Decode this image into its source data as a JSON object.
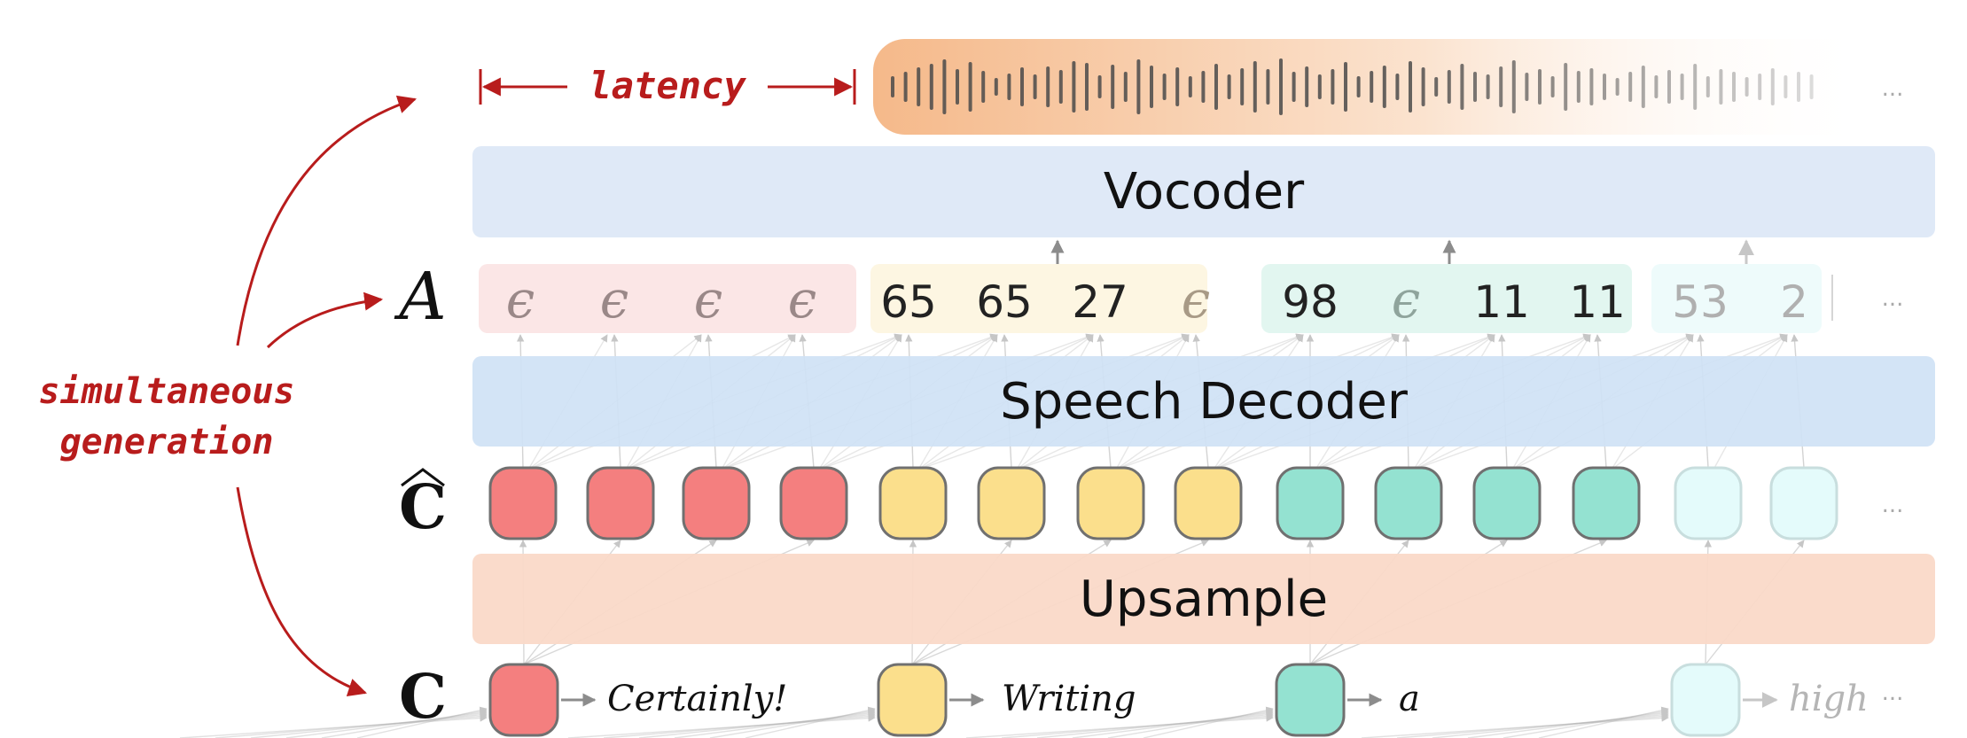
{
  "blocks": {
    "vocoder": "Vocoder",
    "speech_decoder": "Speech Decoder",
    "upsample": "Upsample"
  },
  "row_labels": {
    "a": "A",
    "c_hat": "C",
    "c": "C"
  },
  "annotations": {
    "latency": "latency",
    "simultaneous_line1": "simultaneous",
    "simultaneous_line2": "generation",
    "ellipsis": "..."
  },
  "words": [
    {
      "text": "Certainly!",
      "color": "#f47f7f"
    },
    {
      "text": "Writing",
      "color": "#fbdf8c"
    },
    {
      "text": "a",
      "color": "#94e2d1"
    },
    {
      "text": "high",
      "color": "#e4fbfb"
    }
  ],
  "speech_tokens": [
    [
      "ϵ",
      "ϵ",
      "ϵ",
      "ϵ"
    ],
    [
      "65",
      "65",
      "27",
      "ϵ"
    ],
    [
      "98",
      "ϵ",
      "11",
      "11"
    ],
    [
      "53",
      "2"
    ]
  ],
  "colors": {
    "red": "#f47f7f",
    "yellow": "#fbdf8c",
    "teal": "#94e2d1",
    "faded": "#e4fbfb",
    "annotation": "#b81c1c",
    "vocoder_bg": "#dfe9f7",
    "decoder_bg": "#cfe2f5",
    "upsample_bg": "#fad9c8"
  },
  "icons": {
    "waveform": "audio-waveform-icon",
    "arrow": "arrow-icon"
  }
}
